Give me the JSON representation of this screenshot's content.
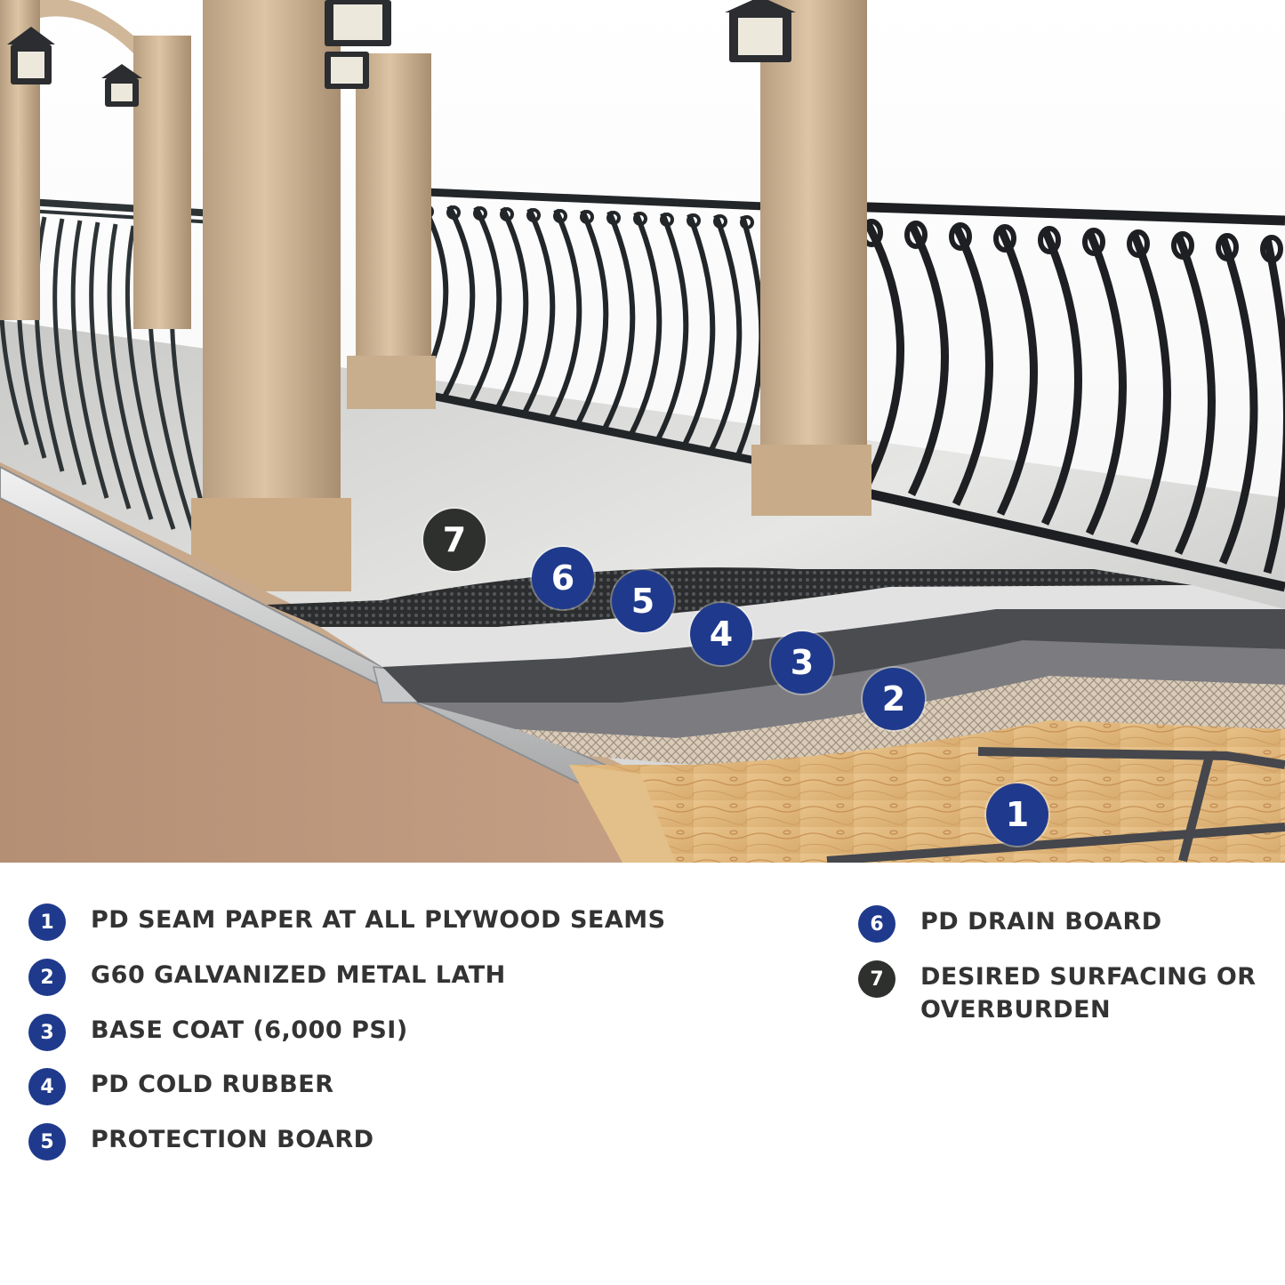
{
  "colors": {
    "primary_marker": "#1f3a8c",
    "surfacing_marker": "#2d302c",
    "legend_text": "#333333"
  },
  "markers": [
    {
      "number": "1",
      "style": "primary"
    },
    {
      "number": "2",
      "style": "primary"
    },
    {
      "number": "3",
      "style": "primary"
    },
    {
      "number": "4",
      "style": "primary"
    },
    {
      "number": "5",
      "style": "primary"
    },
    {
      "number": "6",
      "style": "primary"
    },
    {
      "number": "7",
      "style": "surfacing"
    }
  ],
  "legend": [
    {
      "number": "1",
      "label": "PD SEAM PAPER AT ALL PLYWOOD SEAMS",
      "style": "primary"
    },
    {
      "number": "2",
      "label": "G60 GALVANIZED METAL LATH",
      "style": "primary"
    },
    {
      "number": "3",
      "label": "BASE COAT (6,000 PSI)",
      "style": "primary"
    },
    {
      "number": "4",
      "label": "PD COLD RUBBER",
      "style": "primary"
    },
    {
      "number": "5",
      "label": "PROTECTION BOARD",
      "style": "primary"
    },
    {
      "number": "6",
      "label": "PD DRAIN BOARD",
      "style": "primary"
    },
    {
      "number": "7",
      "label": "DESIRED SURFACING OR OVERBURDEN",
      "style": "surfacing"
    }
  ]
}
